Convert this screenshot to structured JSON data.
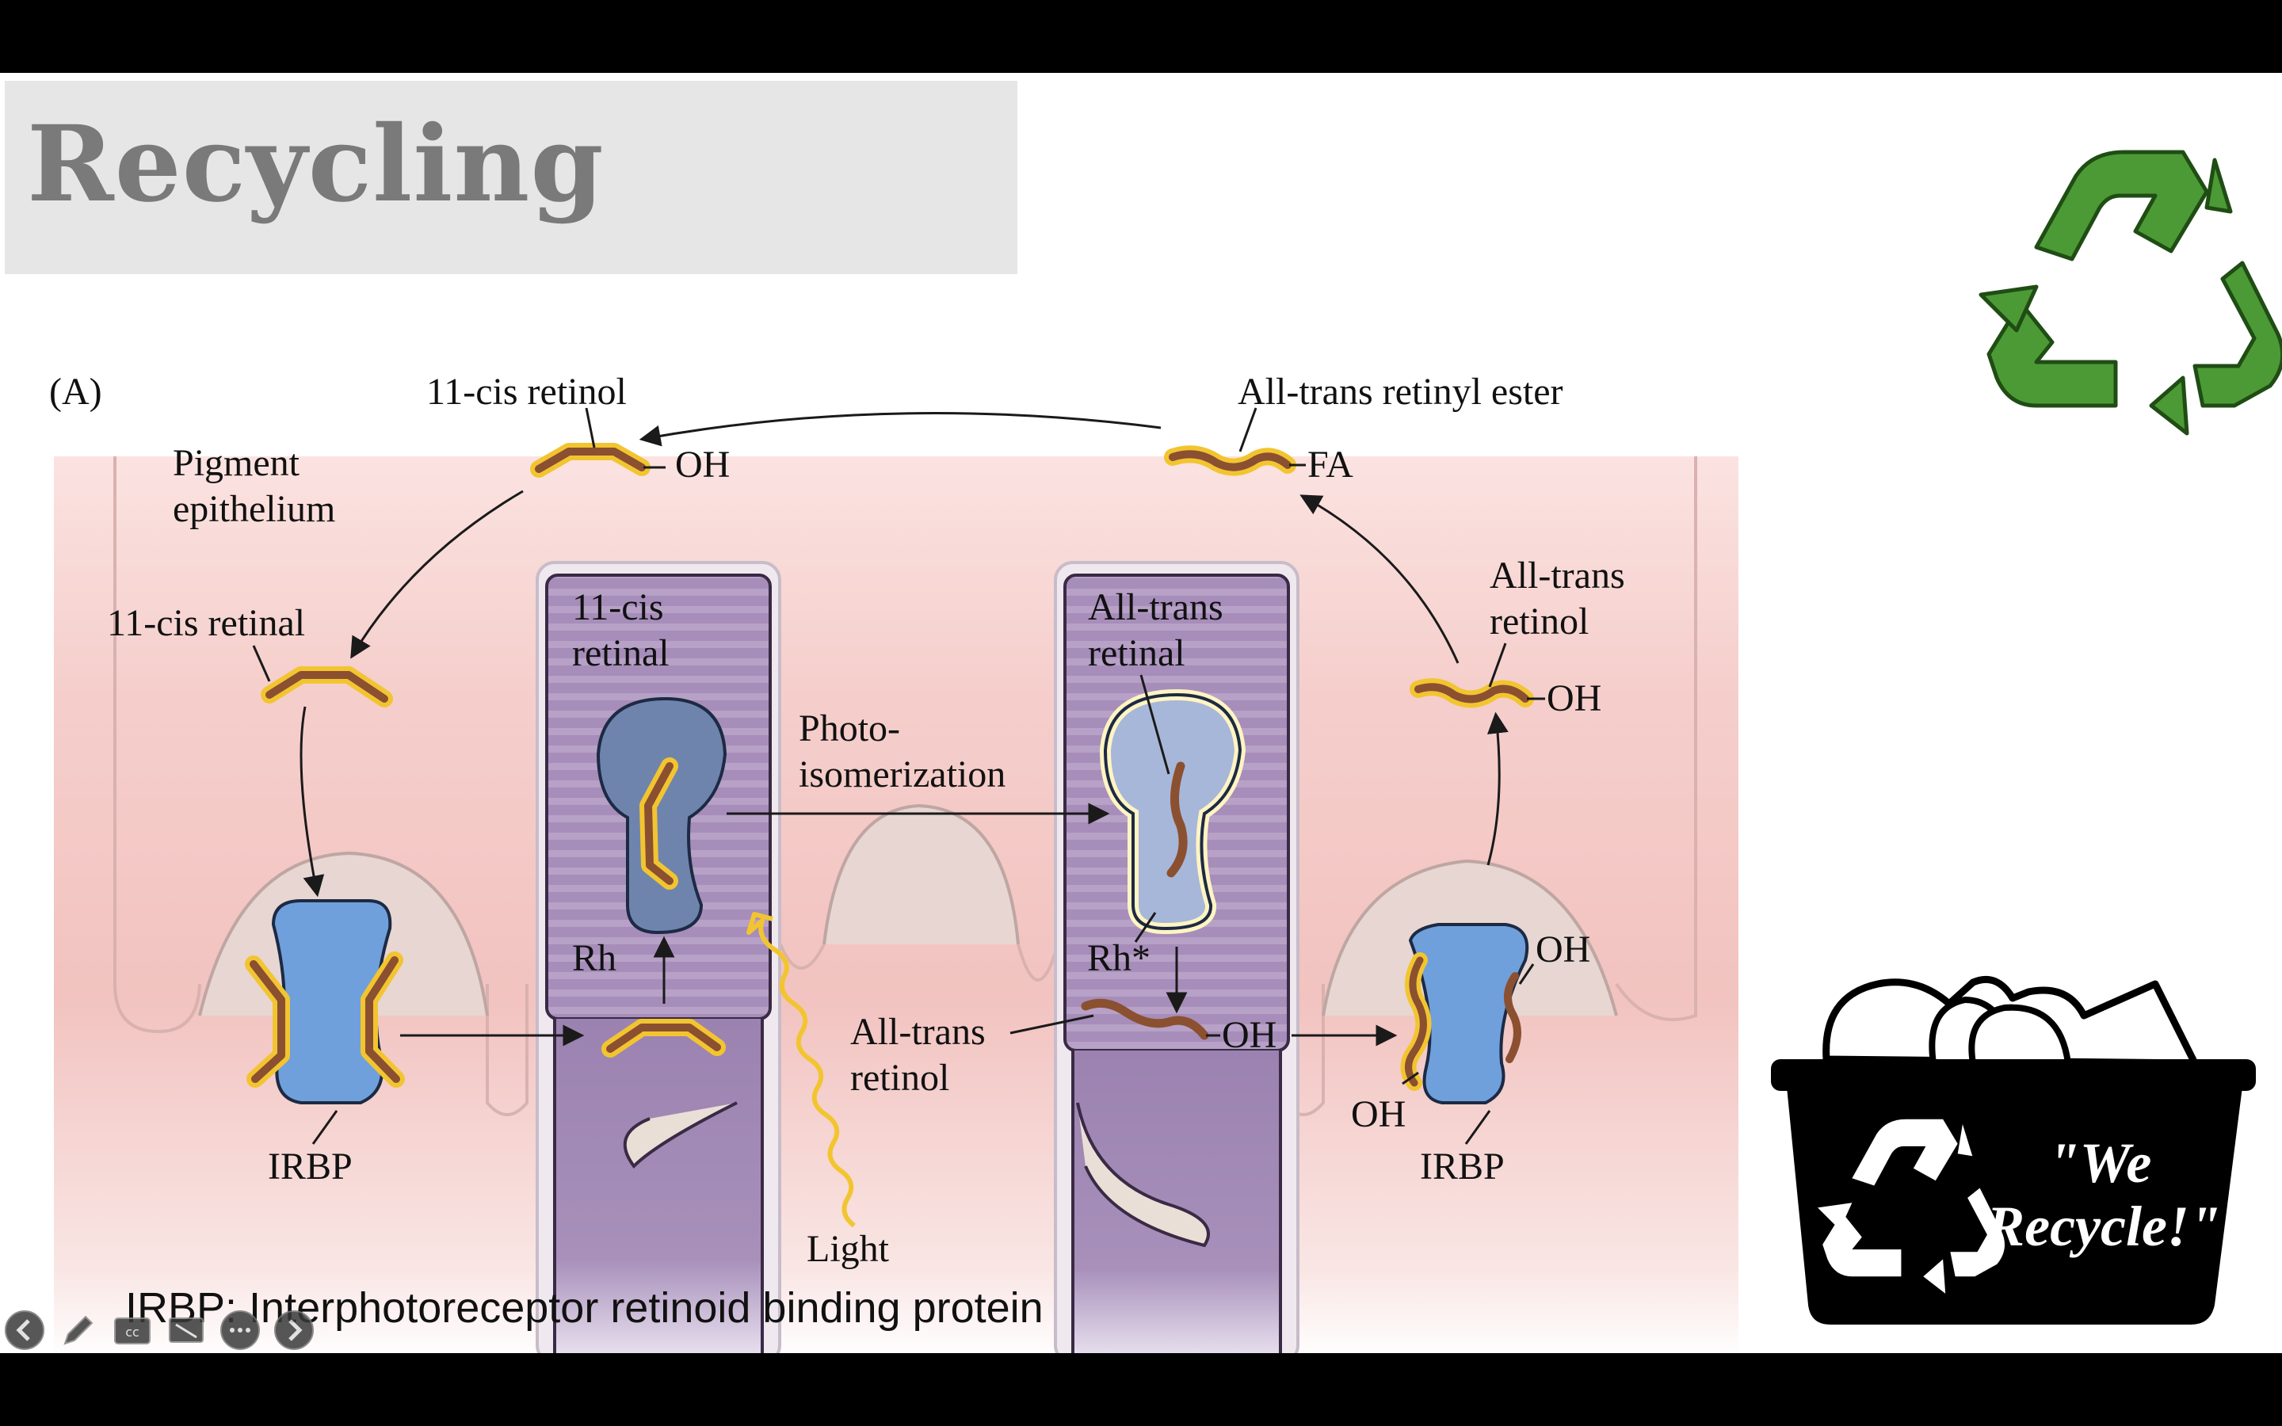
{
  "slide": {
    "title": "Recycling",
    "caption": "IRBP: Interphotoreceptor retinoid binding protein"
  },
  "diagram": {
    "panel_label": "(A)",
    "labels": {
      "cis_retinol": "11-cis retinol",
      "all_trans_retinyl_ester": "All-trans retinyl ester",
      "pigment_epithelium_1": "Pigment",
      "pigment_epithelium_2": "epithelium",
      "cis_retinal_left": "11-cis retinal",
      "cis_retinal_rod_1": "11-cis",
      "cis_retinal_rod_2": "retinal",
      "all_trans_retinal_1": "All-trans",
      "all_trans_retinal_2": "retinal",
      "all_trans_retinol_right_1": "All-trans",
      "all_trans_retinol_right_2": "retinol",
      "photo_1": "Photo-",
      "photo_2": "isomerization",
      "rh": "Rh",
      "rh_star": "Rh*",
      "all_trans_retinol_mid_1": "All-trans",
      "all_trans_retinol_mid_2": "retinol",
      "irbp_left": "IRBP",
      "irbp_right": "IRBP",
      "light": "Light",
      "oh_top": "OH",
      "fa": "FA",
      "oh_right_retinol": "OH",
      "oh_rod": "OH",
      "oh_irbp_upper": "OH",
      "oh_irbp_lower": "OH"
    }
  },
  "badge": {
    "line1": "\"We",
    "line2": "Recycle!\""
  },
  "icons": [
    "recycle-logo-icon",
    "recycle-bin-icon",
    "prev-icon",
    "pen-icon",
    "captions-icon",
    "screen-icon",
    "more-icon",
    "next-icon"
  ],
  "colors": {
    "title_bg": "#e6e6e6",
    "title_text": "#7a7a7a",
    "epithelium": "#f4c9c6",
    "rod_fill": "#a48cb8",
    "protein_blue": "#6fa0db",
    "retinoid_brown": "#8b5030",
    "retinoid_glow": "#f2c530",
    "recycle_green": "#4c9a36"
  }
}
